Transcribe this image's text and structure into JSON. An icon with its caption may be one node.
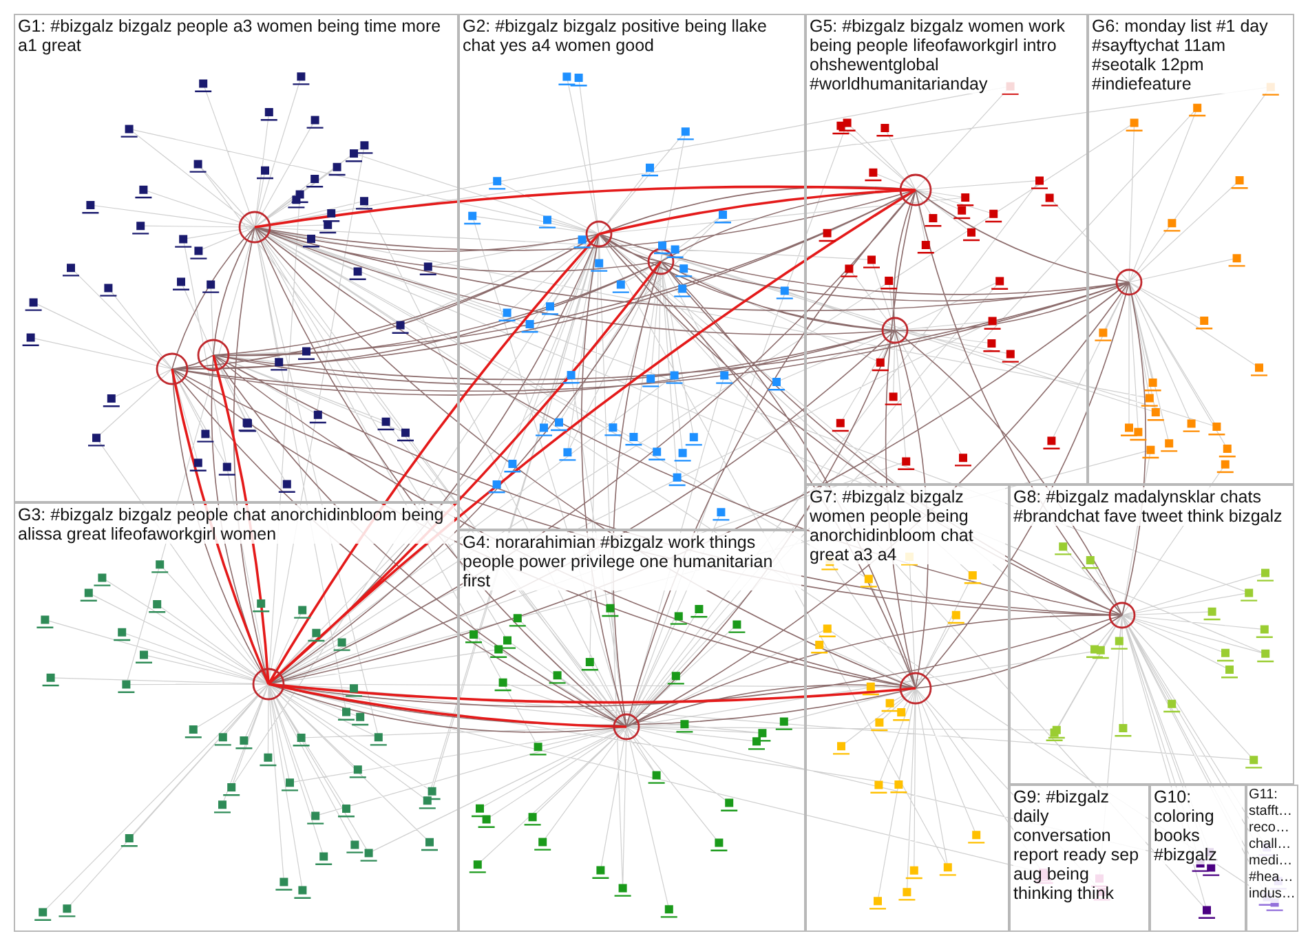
{
  "diagram": {
    "nodes": [
      {
        "text": [
          "G1: #bizgalz bizgalz people a3 women being time more a1 great"
        ]
      },
      {
        "text": [
          "G2: #bizgalz bizgalz positive being llake chat yes a4 women good"
        ]
      },
      {
        "text": [
          "G5: #bizgalz bizgalz women work being people lifeofaworkgirl intro ohshewentglobal #worldhumanitarianday"
        ]
      },
      {
        "text": [
          "G6: monday list #1 day #sayftychat 11am #seotalk 12pm #indiefeature"
        ]
      },
      {
        "text": [
          "G3: #bizgalz bizgalz people chat anorchidinbloom being alissa great lifeofaworkgirl women"
        ]
      },
      {
        "text": [
          "G4: norarahimian #bizgalz work things people power privilege one humanitarian first"
        ]
      },
      {
        "text": [
          "G7: #bizgalz bizgalz women people being anorchidinbloom chat great a3 a4"
        ]
      },
      {
        "text": [
          "G8: #bizgalz madalynsklar chats #brandchat fave tweet think bizgalz"
        ]
      },
      {
        "text": [
          "G9: #bizgalz daily conversation report ready sep aug being thinking think"
        ]
      },
      {
        "text": [
          "G10: coloring books #bizgalz"
        ]
      },
      {
        "text": [
          "G11: stafft… reco… chall… medi… #hea… indus…"
        ]
      }
    ]
  }
}
